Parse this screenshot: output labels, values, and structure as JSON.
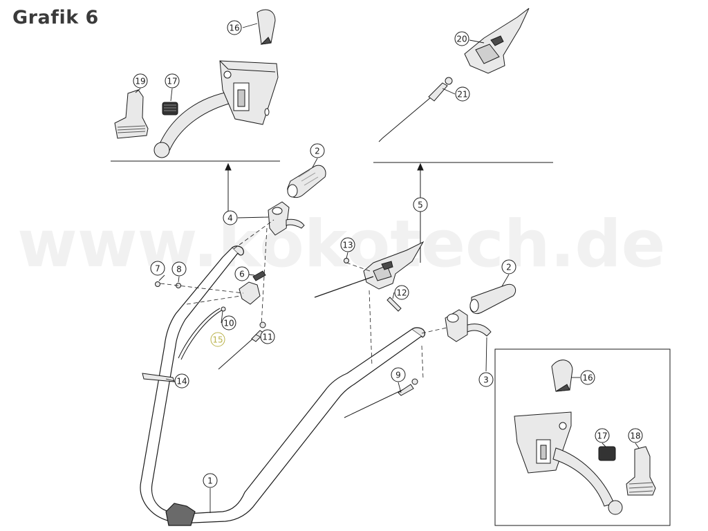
{
  "title": "Grafik 6",
  "watermark": "www.kokotech.de",
  "colors": {
    "line": "#1a1a1a",
    "part_fill": "#e9e9e9",
    "part_dark": "#4a4a4a",
    "callout_highlight": "#b9b24a",
    "watermark": "#f3f3f3"
  },
  "callouts": [
    {
      "id": "c16a",
      "label": "16"
    },
    {
      "id": "c19",
      "label": "19"
    },
    {
      "id": "c17a",
      "label": "17"
    },
    {
      "id": "c20",
      "label": "20"
    },
    {
      "id": "c21",
      "label": "21"
    },
    {
      "id": "c2a",
      "label": "2"
    },
    {
      "id": "c4",
      "label": "4"
    },
    {
      "id": "c5",
      "label": "5"
    },
    {
      "id": "c13",
      "label": "13"
    },
    {
      "id": "c7",
      "label": "7"
    },
    {
      "id": "c8",
      "label": "8"
    },
    {
      "id": "c6",
      "label": "6"
    },
    {
      "id": "c12",
      "label": "12"
    },
    {
      "id": "c2b",
      "label": "2"
    },
    {
      "id": "c10",
      "label": "10"
    },
    {
      "id": "c15",
      "label": "15"
    },
    {
      "id": "c11",
      "label": "11"
    },
    {
      "id": "c3",
      "label": "3"
    },
    {
      "id": "c14",
      "label": "14"
    },
    {
      "id": "c9",
      "label": "9"
    },
    {
      "id": "c16b",
      "label": "16"
    },
    {
      "id": "c17b",
      "label": "17"
    },
    {
      "id": "c18",
      "label": "18"
    },
    {
      "id": "c1",
      "label": "1"
    }
  ]
}
